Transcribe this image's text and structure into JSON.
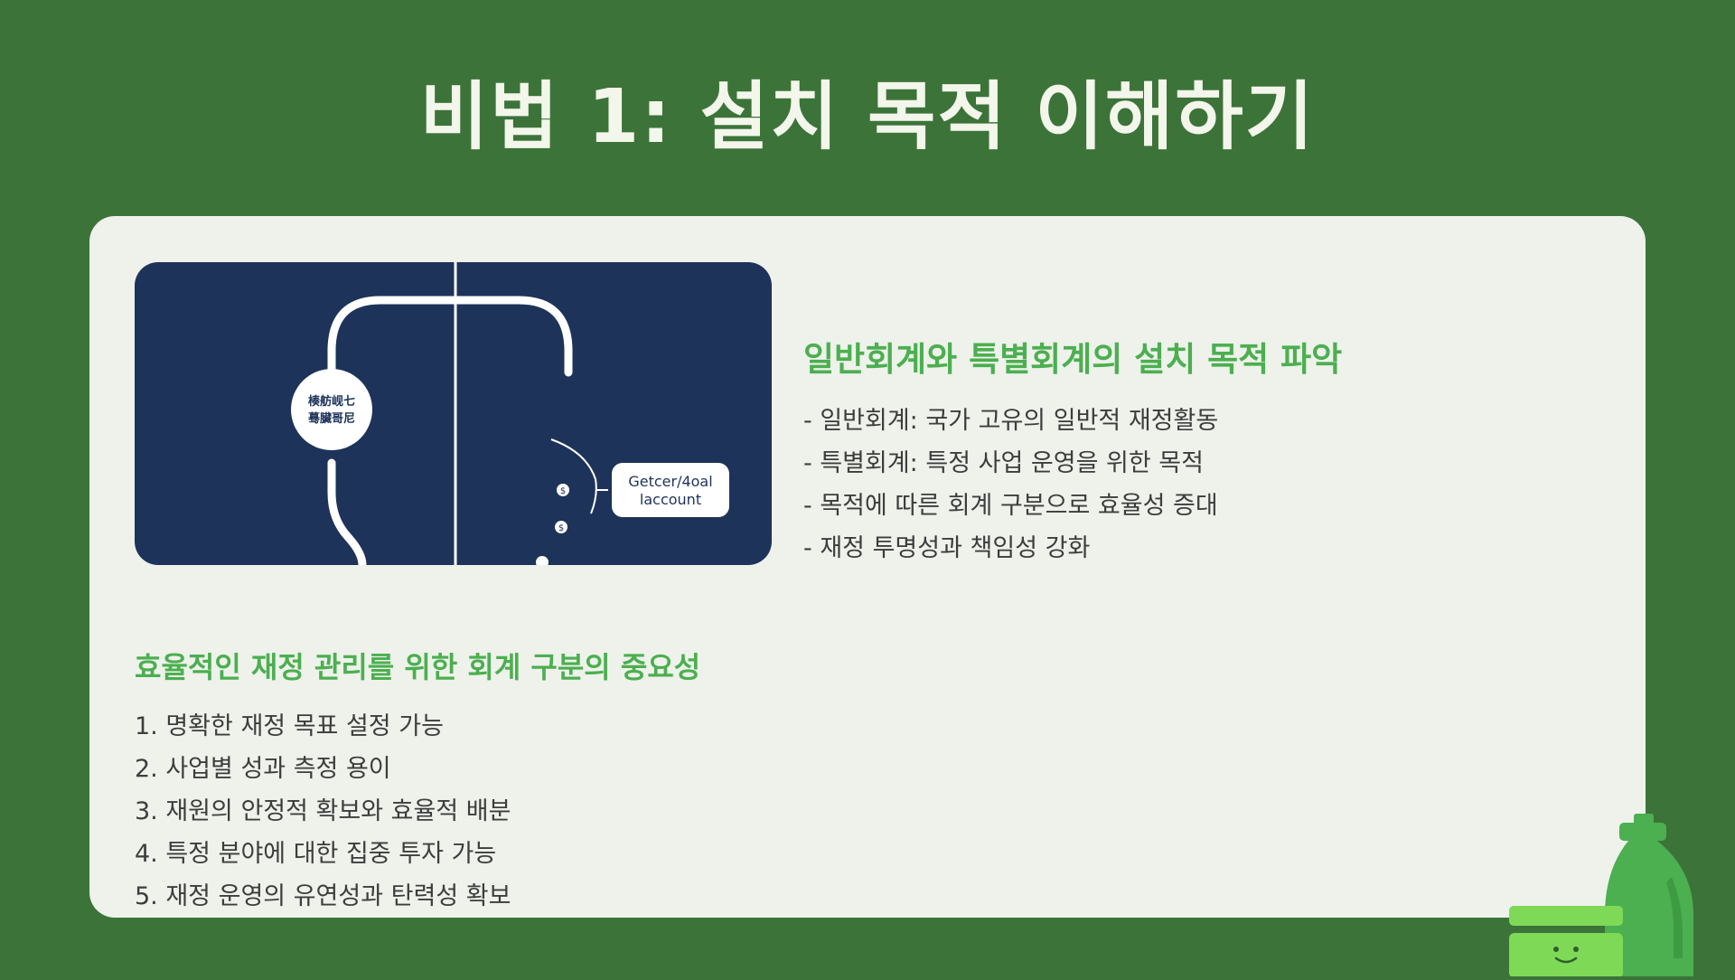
{
  "slide": {
    "title": "비법 1: 설치 목적 이해하기"
  },
  "illustration": {
    "circle_label_line1": "楱舫岘七",
    "circle_label_line2": "蓦臟哥尼",
    "account_label_line1": "Getcer/4oal",
    "account_label_line2": "laccount"
  },
  "purpose": {
    "heading": "일반회계와 특별회계의 설치 목적 파악",
    "items": [
      "- 일반회계: 국가 고유의 일반적 재정활동",
      "- 특별회계: 특정 사업 운영을 위한 목적",
      "- 목적에 따른 회계 구분으로 효율성 증대",
      "- 재정 투명성과 책임성 강화"
    ]
  },
  "importance": {
    "heading": "효율적인 재정 관리를 위한 회계 구분의 중요성",
    "items": [
      "1. 명확한 재정 목표 설정 가능",
      "2. 사업별 성과 측정 용이",
      "3. 재원의 안정적 확보와 효율적 배분",
      "4. 특정 분야에 대한 집중 투자 가능",
      "5. 재정 운영의 유연성과 탄력성 확보"
    ]
  },
  "colors": {
    "background": "#3c7339",
    "card": "#eef2eb",
    "accent": "#4caf50",
    "illustration_bg": "#1e335a"
  },
  "icons": {
    "mascot": "detergent-bottle-mascot-icon"
  }
}
